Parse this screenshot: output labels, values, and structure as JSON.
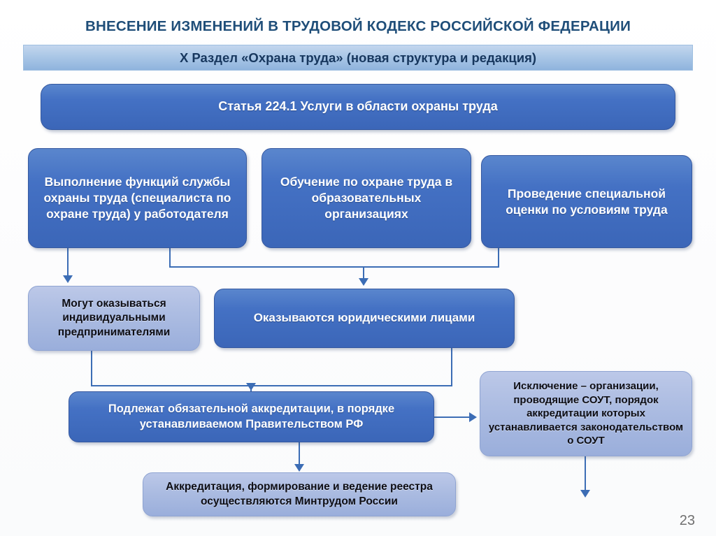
{
  "header": {
    "title": "ВНЕСЕНИЕ ИЗМЕНЕНИЙ В ТРУДОВОЙ КОДЕКС РОССИЙСКОЙ ФЕДЕРАЦИИ",
    "subtitle": "X Раздел «Охрана труда» (новая структура и редакция)"
  },
  "nodes": {
    "article": "Статья 224.1 Услуги в области охраны труда",
    "func_service": "Выполнение функций службы охраны труда (специалиста по охране труда) у работодателя",
    "training": "Обучение по охране труда в образовательных организациях",
    "sout": "Проведение специальной оценки по условиям труда",
    "individual": "Могут оказываться индивидуальными предпринимателями",
    "legal_entities": "Оказываются юридическими лицами",
    "accreditation": "Подлежат  обязательной аккредитации, в порядке устанавливаемом Правительством РФ",
    "exception": "Исключение – организации, проводящие СОУТ,  порядок аккредитации которых устанавливается законодательством о СОУТ",
    "registry": "Аккредитация, формирование и ведение реестра осуществляются Минтрудом России"
  },
  "footer": {
    "page_number": "23"
  },
  "colors": {
    "title_text": "#1f4e79",
    "subtitle_bar": "#a9c6e6",
    "node_dark": "#4471c4",
    "node_light": "#adbde2",
    "connector": "#3c6db5",
    "background": "#fdfdfd"
  }
}
